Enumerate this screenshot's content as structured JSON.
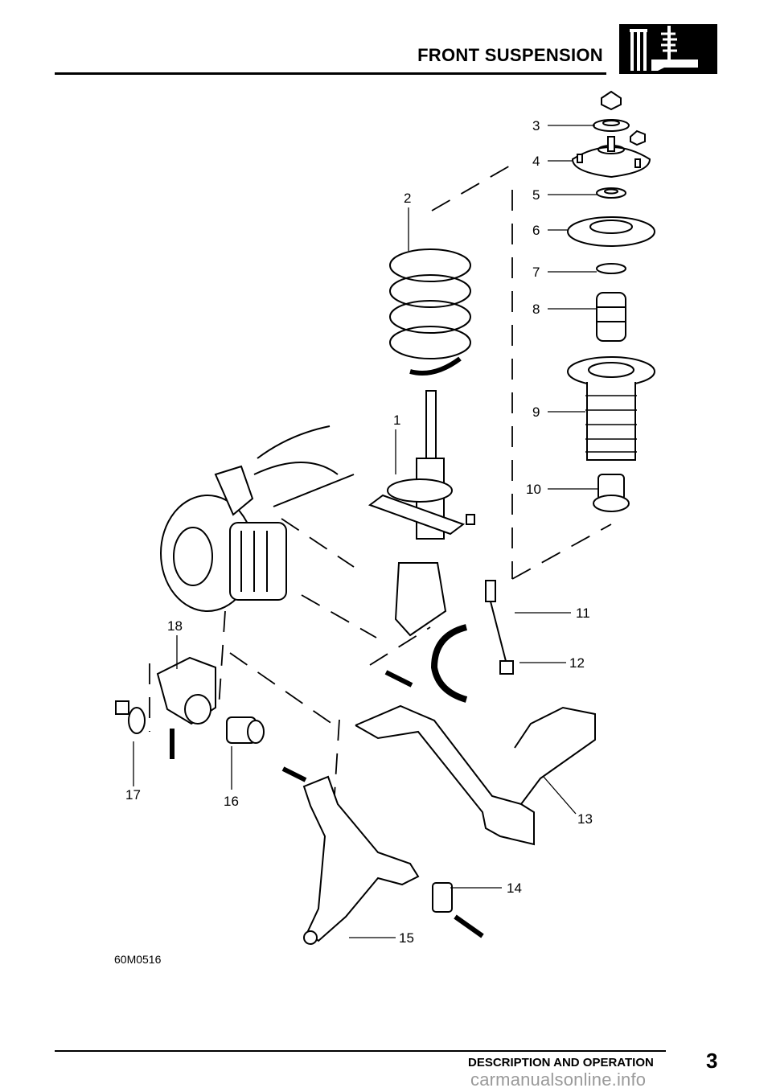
{
  "header": {
    "title": "FRONT SUSPENSION"
  },
  "diagram": {
    "figure_ref": "60M0516",
    "callouts": [
      "1",
      "2",
      "3",
      "4",
      "5",
      "6",
      "7",
      "8",
      "9",
      "10",
      "11",
      "12",
      "13",
      "14",
      "15",
      "16",
      "17",
      "18"
    ]
  },
  "footer": {
    "section": "DESCRIPTION AND OPERATION",
    "page_number": "3",
    "watermark": "carmanualsonline.info"
  }
}
